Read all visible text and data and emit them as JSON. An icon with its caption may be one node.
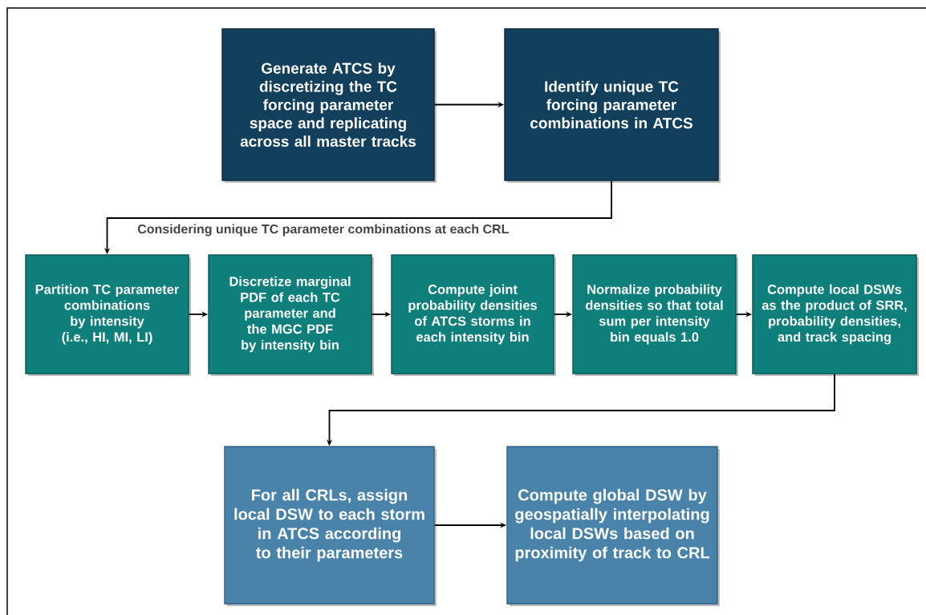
{
  "diagram": {
    "nodes": [
      {
        "text": [
          "Generate ATCS by discretizing the TC forcing parameter space and replicating across all master tracks"
        ]
      },
      {
        "text": [
          "Identify unique TC forcing parameter combinations in ATCS"
        ]
      },
      {
        "text": [
          "Partition TC parameter combinations by intensity (i.e., HI, MI, LI)"
        ]
      },
      {
        "text": [
          "Discretize marginal PDF of each TC parameter and the MGC PDF by intensity bin"
        ]
      },
      {
        "text": [
          "Compute joint probability densities of ATCS storms in each intensity bin"
        ]
      },
      {
        "text": [
          "Normalize probability densities so that total sum per intensity bin equals 1.0"
        ]
      },
      {
        "text": [
          "Compute local DSWs as the product of SRR, probability densities, and track spacing"
        ]
      },
      {
        "text": [
          "For all CRLs, assign local DSW to each storm in ATCS according to their parameters"
        ]
      },
      {
        "text": [
          "Compute global DSW by geospatially interpolating local DSWs based on proximity of track to CRL"
        ]
      }
    ],
    "edges": [
      {
        "from": 0,
        "to": 1,
        "arrow": "to"
      },
      {
        "from": 1,
        "to": 2,
        "arrow": "to",
        "label": "Considering unique TC parameter combinations at each CRL"
      },
      {
        "from": 2,
        "to": 3,
        "arrow": "to"
      },
      {
        "from": 3,
        "to": 4,
        "arrow": "to"
      },
      {
        "from": 4,
        "to": 5,
        "arrow": "to"
      },
      {
        "from": 5,
        "to": 6,
        "arrow": "to"
      },
      {
        "from": 6,
        "to": 7,
        "arrow": "to"
      },
      {
        "from": 7,
        "to": 8,
        "arrow": "to"
      }
    ]
  }
}
